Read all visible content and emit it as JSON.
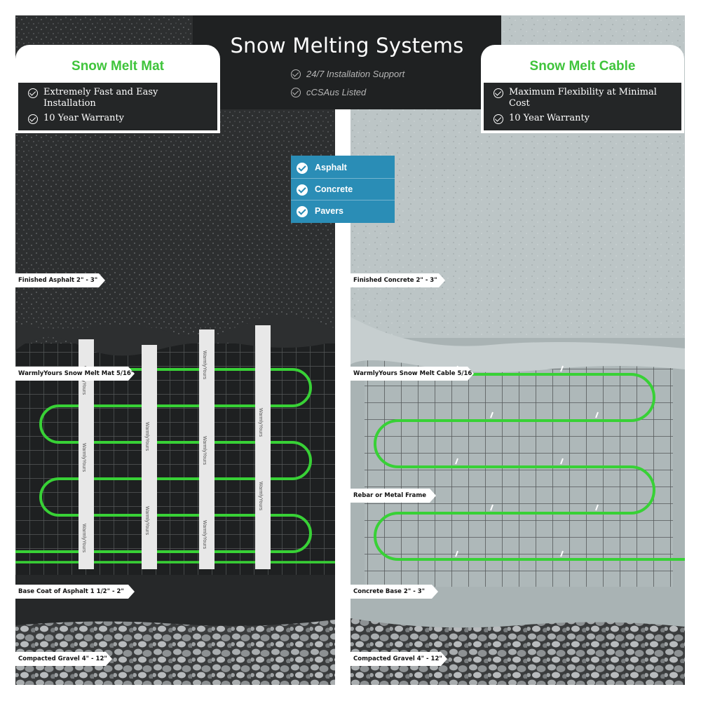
{
  "header": {
    "title": "Snow Melting Systems",
    "features": [
      "24/7 Installation Support",
      "cCSAus Listed"
    ]
  },
  "mat_card": {
    "title": "Snow Melt Mat",
    "items": [
      "Extremely Fast and Easy Installation",
      "10 Year Warranty"
    ]
  },
  "cable_card": {
    "title": "Snow Melt Cable",
    "items": [
      "Maximum Flexibility at Minimal Cost",
      "10 Year Warranty"
    ]
  },
  "surfaces": [
    "Asphalt",
    "Concrete",
    "Pavers"
  ],
  "left_labels": [
    "Finished Asphalt 2\" - 3\"",
    "WarmlyYours Snow Melt Mat 5/16\"",
    "Base Coat of Asphalt 1 1/2\" - 2\"",
    "Compacted Gravel 4\" - 12\""
  ],
  "right_labels": [
    "Finished Concrete 2\" - 3\"",
    "WarmlyYours Snow Melt Cable 5/16\"",
    "Rebar or Metal Frame",
    "Concrete Base 2\" - 3\"",
    "Compacted Gravel 4\" - 12\""
  ],
  "mat_strip_text": "WarmlyYours",
  "colors": {
    "accent_green": "#3fc43b",
    "banner_dark": "#1f2122",
    "surface_blue": "#2a8db6",
    "asphalt": "#2b2d2e",
    "concrete": "#b9c2c3"
  }
}
